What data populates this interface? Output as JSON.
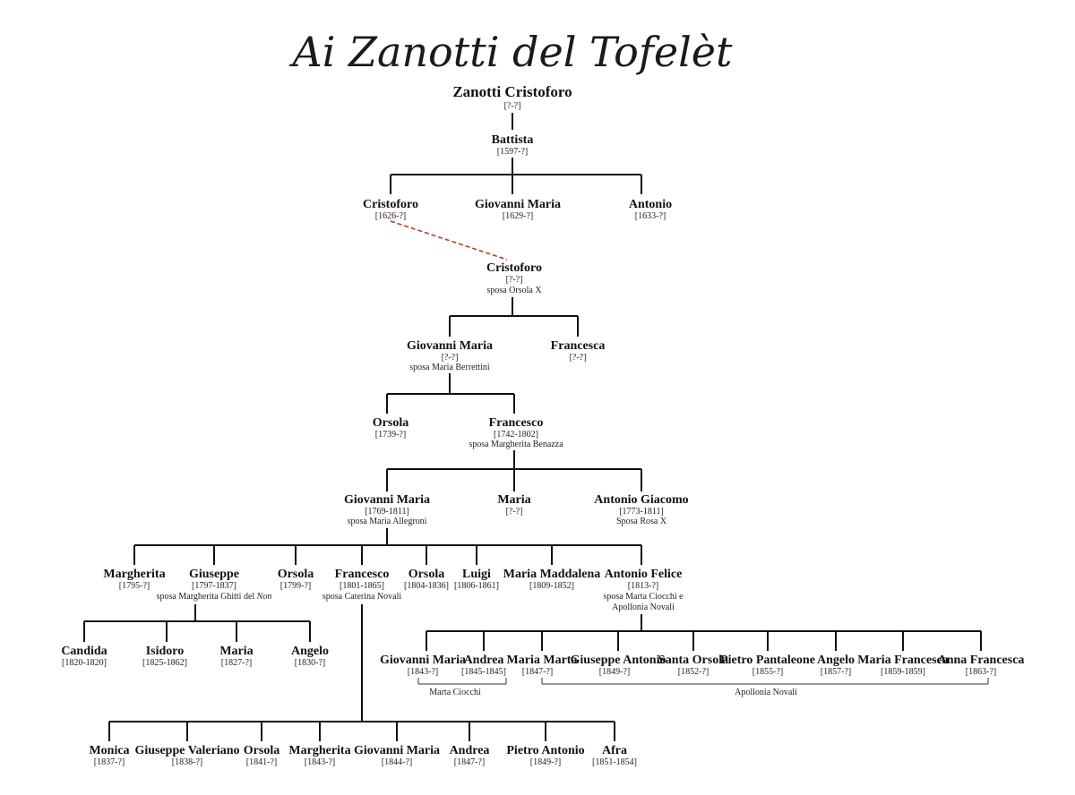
{
  "title": "Ai Zanotti del Tofelèt",
  "persons": {
    "zanotti_cristoforo": {
      "name": "Zanotti Cristoforo",
      "dates": "[?-?]"
    },
    "battista": {
      "name": "Battista",
      "dates": "[1597-?]"
    },
    "cristoforo_1626": {
      "name": "Cristoforo",
      "dates": "[1626-?]"
    },
    "giovanni_maria_1629": {
      "name": "Giovanni Maria",
      "dates": "[1629-?]"
    },
    "antonio_1633": {
      "name": "Antonio",
      "dates": "[1633-?]"
    },
    "cristoforo_2": {
      "name": "Cristoforo",
      "dates": "[?-?]",
      "spouse": "sposa Orsola X"
    },
    "giovanni_maria_2": {
      "name": "Giovanni Maria",
      "dates": "[?-?]",
      "spouse": "sposa Maria Berrettini"
    },
    "francesca": {
      "name": "Francesca",
      "dates": "[?-?]"
    },
    "orsola_1739": {
      "name": "Orsola",
      "dates": "[1739-?]"
    },
    "francesco_1742": {
      "name": "Francesco",
      "dates": "[1742-1802]",
      "spouse": "sposa Margherita Benazza"
    },
    "giovanni_maria_1769": {
      "name": "Giovanni Maria",
      "dates": "[1769-1811]",
      "spouse": "sposa Maria Allegroni"
    },
    "maria_x": {
      "name": "Maria",
      "dates": "[?-?]"
    },
    "antonio_giacomo": {
      "name": "Antonio Giacomo",
      "dates": "[1773-1811]",
      "spouse": "Sposa Rosa X"
    },
    "margherita_1795": {
      "name": "Margherita",
      "dates": "[1795-?]"
    },
    "giuseppe_1797": {
      "name": "Giuseppe",
      "dates": "[1797-1837]",
      "spouse_pre": "sposa Margherita Ghitti del ",
      "spouse_em": "Non"
    },
    "orsola_1799": {
      "name": "Orsola",
      "dates": "[1799-?]"
    },
    "francesco_1801": {
      "name": "Francesco",
      "dates": "[1801-1865]",
      "spouse": "sposa Caterina Novali"
    },
    "orsola_1804": {
      "name": "Orsola",
      "dates": "[1804-1836]"
    },
    "luigi_1806": {
      "name": "Luigi",
      "dates": "[1806-1861]"
    },
    "maria_maddalena": {
      "name": "Maria Maddalena",
      "dates": "[1809-1852]"
    },
    "antonio_felice": {
      "name": "Antonio Felice",
      "dates": "[1813-?]",
      "spouse": "sposa Marta Ciocchi e",
      "spouse2": "Apollonia Novali"
    },
    "candida": {
      "name": "Candida",
      "dates": "[1820-1820]"
    },
    "isidoro": {
      "name": "Isidoro",
      "dates": "[1825-1862]"
    },
    "maria_1827": {
      "name": "Maria",
      "dates": "[1827-?]"
    },
    "angelo_1830": {
      "name": "Angelo",
      "dates": "[1830-?]"
    },
    "giovanni_maria_1843": {
      "name": "Giovanni Maria",
      "dates": "[1843-?]"
    },
    "andrea_1845": {
      "name": "Andrea",
      "dates": "[1845-1845]"
    },
    "maria_marta": {
      "name": "Maria Marta",
      "dates": "[1847-?]"
    },
    "giuseppe_antonio": {
      "name": "Giuseppe Antonio",
      "dates": "[1849-?]"
    },
    "santa_orsola": {
      "name": "Santa Orsola",
      "dates": "[1852-?]"
    },
    "pietro_pantaleone": {
      "name": "Pietro Pantaleone",
      "dates": "[1855-?]"
    },
    "angelo_1857": {
      "name": "Angelo",
      "dates": "[1857-?]"
    },
    "maria_francesca": {
      "name": "Maria Francesca",
      "dates": "[1859-1859]"
    },
    "anna_francesca": {
      "name": "Anna Francesca",
      "dates": "[1863-?]"
    },
    "monica": {
      "name": "Monica",
      "dates": "[1837-?]"
    },
    "giuseppe_valeriano": {
      "name": "Giuseppe Valeriano",
      "dates": "[1838-?]"
    },
    "orsola_1841": {
      "name": "Orsola",
      "dates": "[1841-?]"
    },
    "margherita_1843": {
      "name": "Margherita",
      "dates": "[1843-?]"
    },
    "giovanni_maria_1844": {
      "name": "Giovanni Maria",
      "dates": "[1844-?]"
    },
    "andrea_1847": {
      "name": "Andrea",
      "dates": "[1847-?]"
    },
    "pietro_antonio": {
      "name": "Pietro Antonio",
      "dates": "[1849-?]"
    },
    "afra": {
      "name": "Afra",
      "dates": "[1851-1854]"
    }
  },
  "mother_labels": {
    "marta": "Marta Ciocchi",
    "apollonia": "Apollonia Novali"
  },
  "colors": {
    "ink": "#111111",
    "dashed_link": "#c0392b"
  }
}
